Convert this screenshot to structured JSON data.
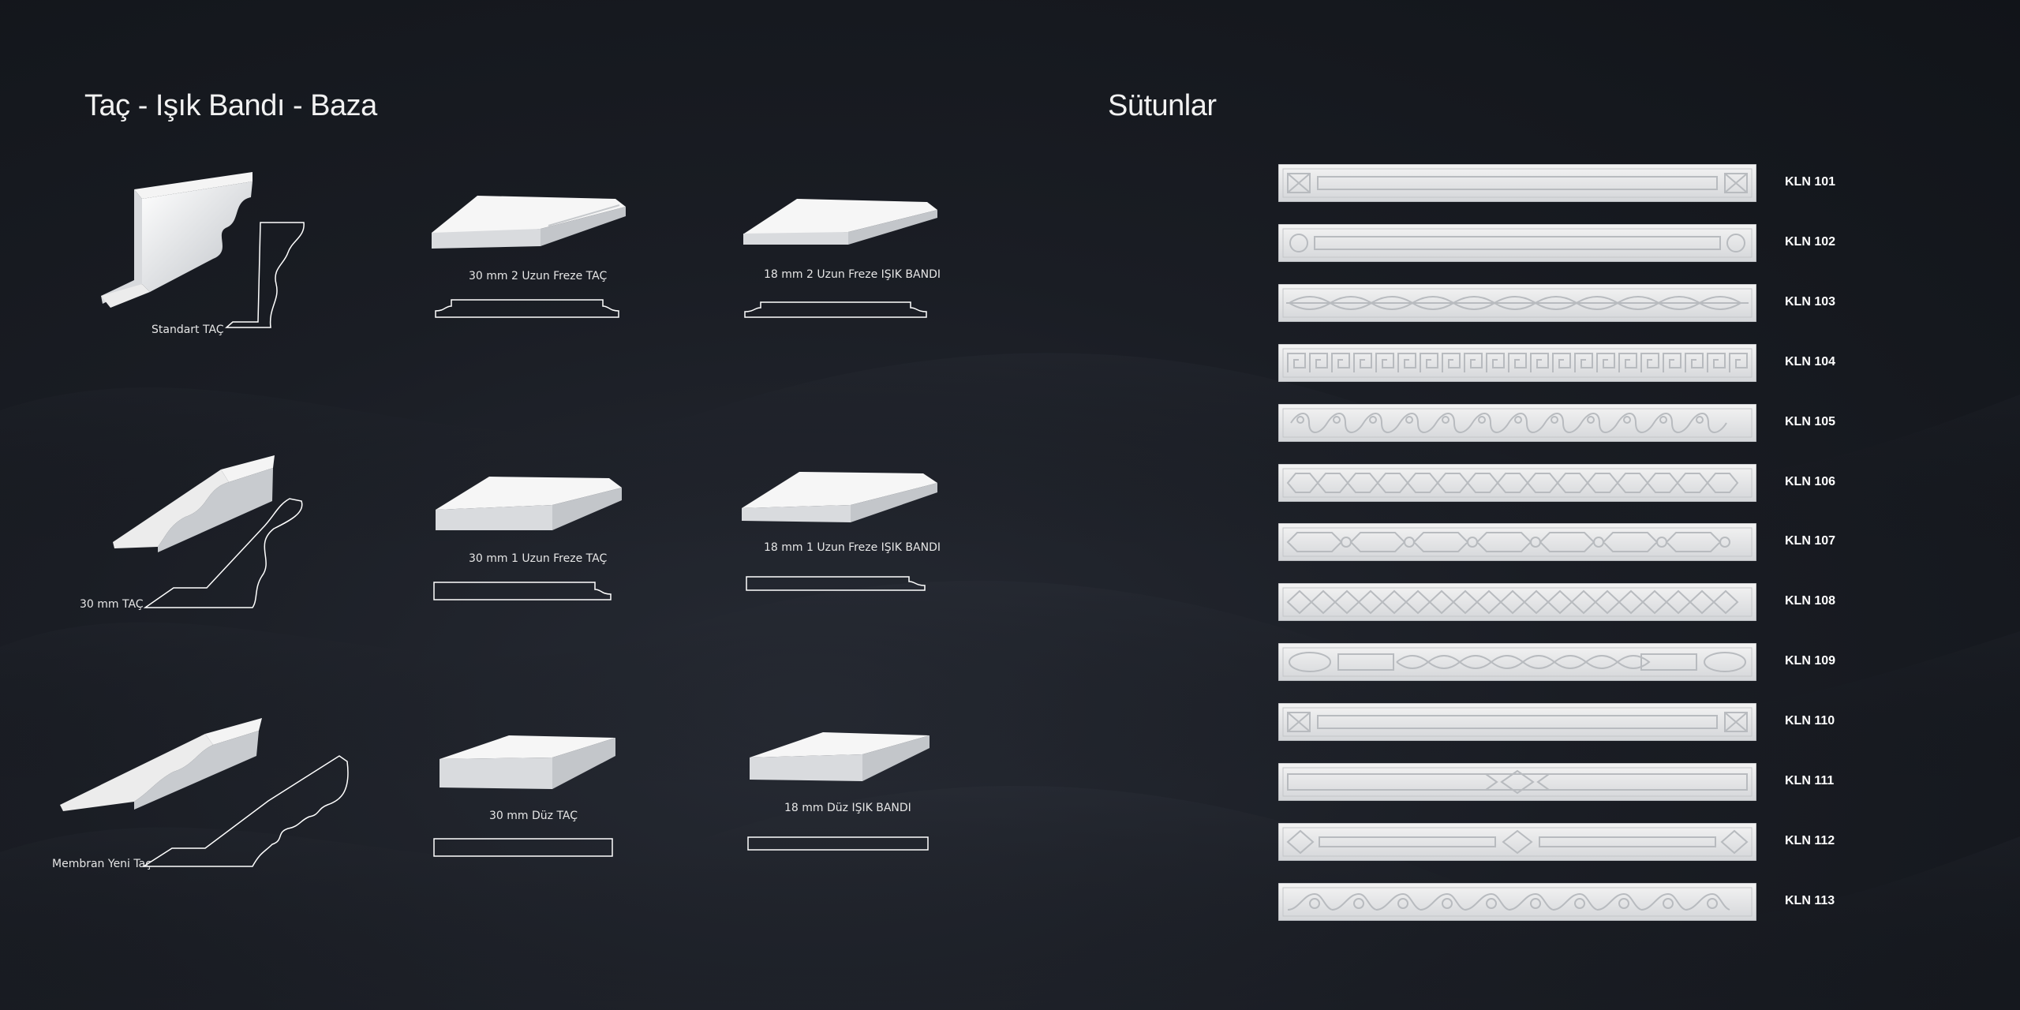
{
  "sections": {
    "left_title": "Taç - Işık Bandı - Baza",
    "right_title": "Sütunlar"
  },
  "profiles": [
    {
      "label": "Standart TAÇ"
    },
    {
      "label": "30 mm 2 Uzun Freze TAÇ"
    },
    {
      "label": "18 mm 2 Uzun Freze IŞIK BANDI"
    },
    {
      "label": "30 mm TAÇ"
    },
    {
      "label": "30 mm 1 Uzun Freze TAÇ"
    },
    {
      "label": "18 mm 1 Uzun Freze IŞIK BANDI"
    },
    {
      "label": "Membran Yeni Taç"
    },
    {
      "label": "30 mm Düz TAÇ"
    },
    {
      "label": "18 mm Düz IŞIK BANDI"
    }
  ],
  "columns": [
    {
      "code": "KLN 101"
    },
    {
      "code": "KLN 102"
    },
    {
      "code": "KLN 103"
    },
    {
      "code": "KLN 104"
    },
    {
      "code": "KLN 105"
    },
    {
      "code": "KLN 106"
    },
    {
      "code": "KLN 107"
    },
    {
      "code": "KLN 108"
    },
    {
      "code": "KLN 109"
    },
    {
      "code": "KLN 110"
    },
    {
      "code": "KLN 111"
    },
    {
      "code": "KLN 112"
    },
    {
      "code": "KLN 113"
    }
  ]
}
